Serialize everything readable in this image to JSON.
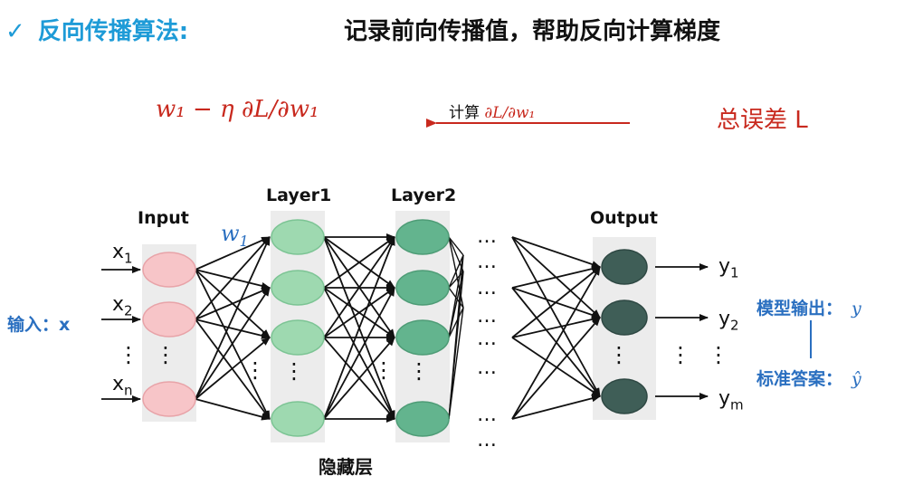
{
  "header": {
    "bullet": "✓",
    "title": "反向传播算法:",
    "subtitle": "记录前向传播值，帮助反向计算梯度"
  },
  "formula": {
    "update": "w₁ − η ∂L/∂w₁",
    "compute_prefix": "计算",
    "compute_expr": "∂L/∂w₁",
    "total_error": "总误差  L"
  },
  "network": {
    "layers": [
      "Input",
      "Layer1",
      "Layer2",
      "Output"
    ],
    "weight_label": "w",
    "weight_sub": "1",
    "input_labels": [
      {
        "base": "x",
        "sub": "1"
      },
      {
        "base": "x",
        "sub": "2"
      },
      {
        "base": "x",
        "sub": "n"
      }
    ],
    "output_labels": [
      {
        "base": "y",
        "sub": "1"
      },
      {
        "base": "y",
        "sub": "2"
      },
      {
        "base": "y",
        "sub": "m"
      }
    ],
    "input_side_label": "输入：x",
    "hidden_label": "隐藏层",
    "model_output": {
      "label": "模型输出：",
      "symbol": "y"
    },
    "ground_truth": {
      "label": "标准答案：",
      "symbol": "ŷ"
    },
    "ellipsis_vertical": "⋮",
    "ellipsis_horizontal": "…"
  },
  "colors": {
    "title_blue": "#1e9bd7",
    "formula_red": "#c8291e",
    "label_blue": "#2a6fc0",
    "input_node": "#f7c5c8",
    "layer1_node": "#9ed9b0",
    "layer2_node": "#63b48e",
    "output_node": "#3f5e57",
    "panel": "#ececec"
  }
}
